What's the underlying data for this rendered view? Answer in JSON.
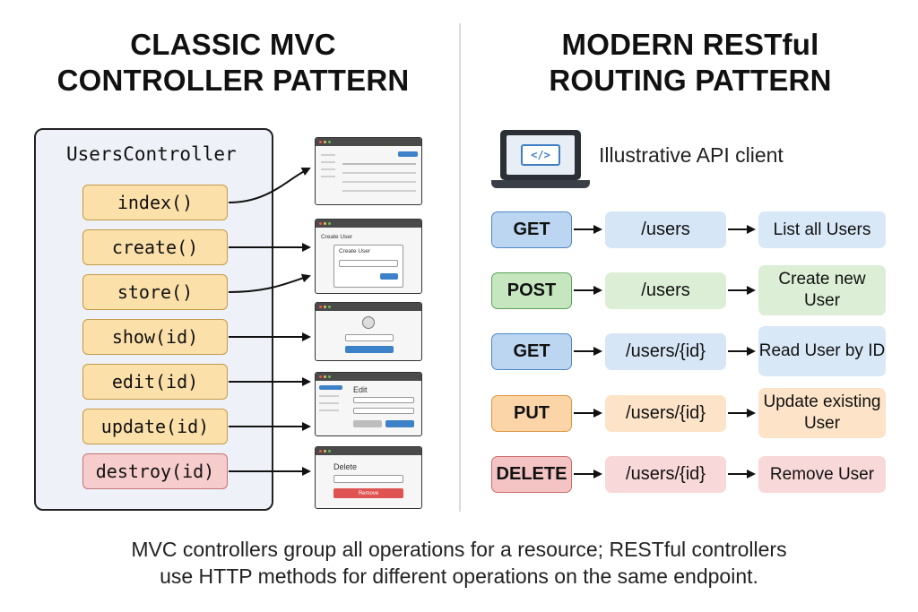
{
  "left": {
    "title_line1": "CLASSIC MVC",
    "title_line2": "CONTROLLER PATTERN",
    "controller_name": "UsersController",
    "methods": [
      "index()",
      "create()",
      "store()",
      "show(id)",
      "edit(id)",
      "update(id)",
      "destroy(id)"
    ],
    "screens": {
      "create_header": "Create User",
      "create_form_title": "Create User",
      "edit_title": "Edit",
      "delete_title": "Delete",
      "delete_button": "Remove"
    }
  },
  "right": {
    "title_line1": "MODERN RESTful",
    "title_line2": "ROUTING PATTERN",
    "client_label": "Illustrative API client",
    "client_icon": "laptop-code-icon",
    "code_glyph": "</>",
    "routes": [
      {
        "verb": "GET",
        "path": "/users",
        "result": "List all Users",
        "color": "blue"
      },
      {
        "verb": "POST",
        "path": "/users",
        "result": "Create new User",
        "color": "green"
      },
      {
        "verb": "GET",
        "path": "/users/{id}",
        "result": "Read User by ID",
        "color": "blue"
      },
      {
        "verb": "PUT",
        "path": "/users/{id}",
        "result": "Update existing User",
        "color": "orange"
      },
      {
        "verb": "DELETE",
        "path": "/users/{id}",
        "result": "Remove User",
        "color": "red"
      }
    ]
  },
  "colors": {
    "blue": {
      "verb_bg": "#bcd6f1",
      "verb_border": "#4f86c6",
      "path_bg": "#d6e6f6",
      "result_bg": "#d9e8f6"
    },
    "green": {
      "verb_bg": "#c6e6c0",
      "verb_border": "#58a457",
      "path_bg": "#dcefd6",
      "result_bg": "#dcefd6"
    },
    "orange": {
      "verb_bg": "#fbd5a8",
      "verb_border": "#e09442",
      "path_bg": "#fde3c8",
      "result_bg": "#fde3c8"
    },
    "red": {
      "verb_bg": "#f4c4c4",
      "verb_border": "#cf6a6a",
      "path_bg": "#f8d8d8",
      "result_bg": "#f8d8d8"
    }
  },
  "caption_line1": "MVC controllers group all operations for a resource; RESTful controllers",
  "caption_line2": "use HTTP methods for different operations on the same endpoint."
}
